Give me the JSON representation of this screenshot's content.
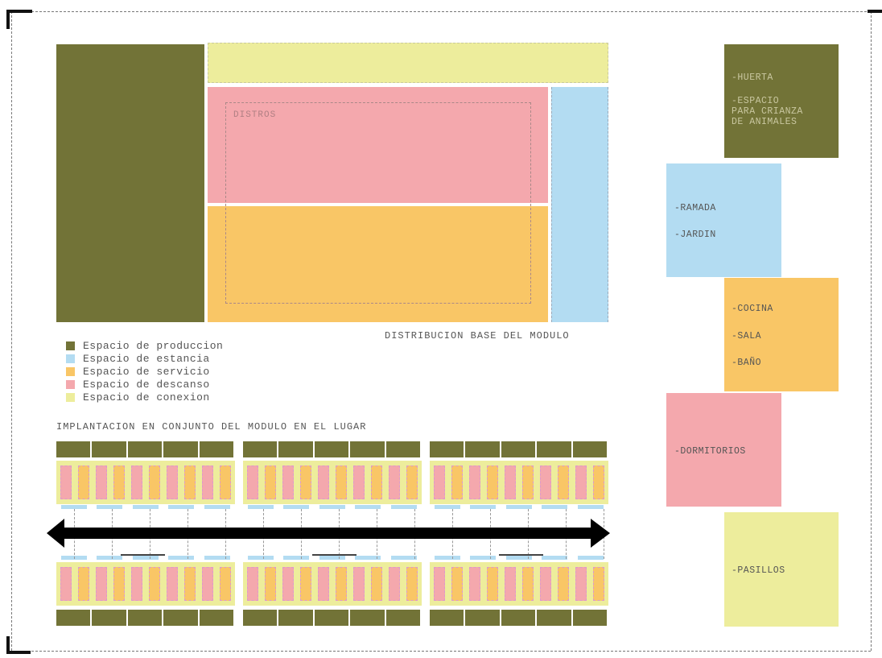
{
  "colors": {
    "produccion": "#727337",
    "estancia": "#b3dcf2",
    "servicio": "#f9c666",
    "descanso": "#f4a8ad",
    "conexion": "#eded9c",
    "arrow": "#000000"
  },
  "plan": {
    "caption": "DISTRIBUCION BASE DEL MODULO",
    "inner_label": "DISTROS"
  },
  "legend": [
    {
      "label": "Espacio de produccion",
      "color_key": "produccion"
    },
    {
      "label": "Espacio de estancia",
      "color_key": "estancia"
    },
    {
      "label": "Espacio de servicio",
      "color_key": "servicio"
    },
    {
      "label": "Espacio de descanso",
      "color_key": "descanso"
    },
    {
      "label": "Espacio de conexion",
      "color_key": "conexion"
    }
  ],
  "implantacion": {
    "title": "IMPLANTACION EN CONJUNTO DEL MODULO EN EL LUGAR"
  },
  "cards": [
    {
      "color_key": "produccion",
      "lines": [
        "-HUERTA",
        "-ESPACIO\nPARA CRIANZA\nDE ANIMALES"
      ]
    },
    {
      "color_key": "estancia",
      "lines": [
        "-RAMADA",
        "-JARDIN"
      ]
    },
    {
      "color_key": "servicio",
      "lines": [
        "-COCINA",
        "-SALA",
        "-BAÑO"
      ]
    },
    {
      "color_key": "descanso",
      "lines": [
        "-DORMITORIOS"
      ]
    },
    {
      "color_key": "conexion",
      "lines": [
        "-PASILLOS"
      ]
    }
  ]
}
